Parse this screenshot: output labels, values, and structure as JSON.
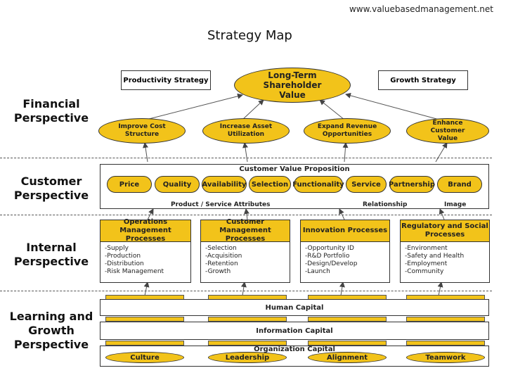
{
  "watermark": "www.valuebasedmanagement.net",
  "title": "Strategy Map",
  "perspectives": {
    "financial": "Financial Perspective",
    "customer": "Customer Perspective",
    "internal": "Internal Perspective",
    "learning": "Learning and Growth Perspective"
  },
  "financial": {
    "productivity_strategy": "Productivity Strategy",
    "growth_strategy": "Growth Strategy",
    "goal": "Long-Term Shareholder Value",
    "objectives": [
      "Improve Cost Structure",
      "Increase Asset Utilization",
      "Expand Revenue Opportunities",
      "Enhance Customer Value"
    ]
  },
  "customer": {
    "header": "Customer Value Proposition",
    "attributes": [
      "Price",
      "Quality",
      "Availability",
      "Selection",
      "Functionality",
      "Service",
      "Partnership",
      "Brand"
    ],
    "group_product": "Product / Service Attributes",
    "group_relationship": "Relationship",
    "group_image": "Image"
  },
  "internal": {
    "processes": [
      {
        "title": "Operations Management Processes",
        "items": [
          "-Supply",
          "-Production",
          "-Distribution",
          "-Risk Management"
        ]
      },
      {
        "title": "Customer Management Processes",
        "items": [
          "-Selection",
          "-Acquisition",
          "-Retention",
          "-Growth"
        ]
      },
      {
        "title": "Innovation Processes",
        "items": [
          "-Opportunity ID",
          "-R&D Portfolio",
          "-Design/Develop",
          "-Launch"
        ]
      },
      {
        "title": "Regulatory and Social Processes",
        "items": [
          "-Environment",
          "-Safety and Health",
          "-Employment",
          "-Community"
        ]
      }
    ]
  },
  "learning": {
    "human_capital": "Human Capital",
    "information_capital": "Information Capital",
    "organization_capital": "Organization Capital",
    "org_items": [
      "Culture",
      "Leadership",
      "Alignment",
      "Teamwork"
    ]
  },
  "colors": {
    "accent": "#f2c31a",
    "line": "#333333"
  }
}
